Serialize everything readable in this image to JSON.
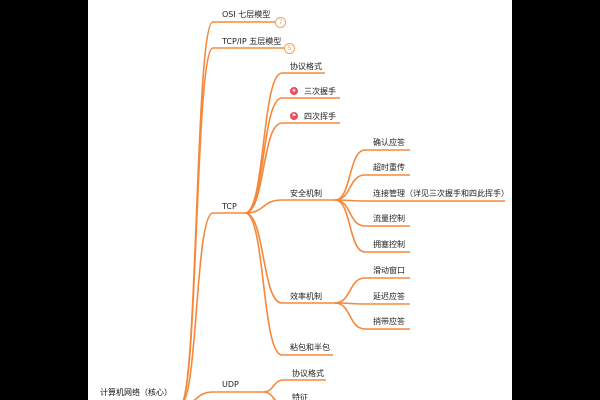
{
  "mindmap": {
    "root": "计算机网络（核心）",
    "line_color": "#f5883a",
    "branches": [
      {
        "label": "OSI 七层模型",
        "collapsed_count": "7"
      },
      {
        "label": "TCP/IP 五层模型",
        "collapsed_count": "5"
      },
      {
        "label": "TCP",
        "children": [
          {
            "label": "协议格式"
          },
          {
            "label": "三次握手",
            "icon": "star-icon"
          },
          {
            "label": "四次挥手",
            "icon": "flag-icon"
          },
          {
            "label": "安全机制",
            "children": [
              {
                "label": "确认应答"
              },
              {
                "label": "超时重传"
              },
              {
                "label": "连接管理（详见三次握手和四此挥手）"
              },
              {
                "label": "流量控制"
              },
              {
                "label": "拥塞控制"
              }
            ]
          },
          {
            "label": "效率机制",
            "children": [
              {
                "label": "滑动窗口"
              },
              {
                "label": "延迟应答"
              },
              {
                "label": "捎带应答"
              }
            ]
          },
          {
            "label": "粘包和半包"
          }
        ]
      },
      {
        "label": "UDP",
        "children": [
          {
            "label": "协议格式"
          },
          {
            "label": "特征"
          }
        ]
      }
    ]
  }
}
